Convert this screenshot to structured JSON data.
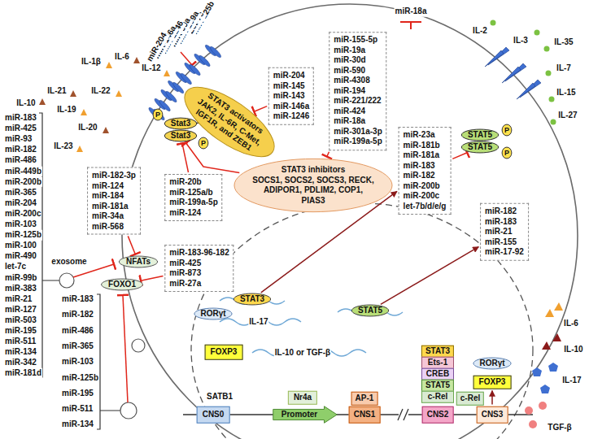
{
  "diagram": {
    "nodes": [
      {
        "text": [
          "miR-204",
          "miR-145",
          "miR-143",
          "miR-146a",
          "miR-1246"
        ]
      },
      {
        "text": [
          "STAT3 activators",
          "JAK2, IL-6R, C-Met, IGF1R, and ZEB1"
        ]
      },
      {
        "text": [
          "Stat3"
        ]
      },
      {
        "text": [
          "Stat3"
        ]
      },
      {
        "text": [
          "P"
        ]
      },
      {
        "text": [
          "P"
        ]
      },
      {
        "text": [
          "miR-20b",
          "miR-125a/b",
          "miR-199a-5p",
          "miR-124"
        ]
      },
      {
        "text": [
          "miR-155-5p",
          "miR-19a",
          "miR-30d",
          "miR-590",
          "miR-4308",
          "miR-194",
          "miR-221/222",
          "miR-424",
          "miR-18a",
          "miR-301a-3p",
          "miR-199a-5p"
        ]
      },
      {
        "text": [
          "STAT3 inhibitors",
          "SOCS1, SOCS2, SOCS3, RECK, ADIPOR1, PDLIM2, COP1, PIAS3"
        ]
      },
      {
        "text": [
          "STAT5"
        ]
      },
      {
        "text": [
          "STAT5"
        ]
      },
      {
        "text": [
          "P"
        ]
      },
      {
        "text": [
          "P"
        ]
      },
      {
        "text": [
          "miR-23a",
          "miR-181b",
          "miR-181a",
          "miR-183",
          "miR-182",
          "miR-200b",
          "miR-200c",
          "let-7b/d/e/g"
        ]
      },
      {
        "text": [
          "miR-182-3p",
          "miR-124",
          "miR-184",
          "miR-181a",
          "miR-34a",
          "miR-568"
        ]
      },
      {
        "text": [
          "NFATs"
        ]
      },
      {
        "text": [
          "FOXO1"
        ]
      },
      {
        "text": [
          "miR-183-96-182",
          "miR-425",
          "miR-873",
          "miR-27a"
        ]
      },
      {
        "text": [
          "miR-182",
          "miR-183",
          "miR-21",
          "miR-155",
          "miR-17-92"
        ]
      },
      {
        "text": [
          "STAT3"
        ]
      },
      {
        "text": [
          "RORγt"
        ]
      },
      {
        "text": [
          "STAT5"
        ]
      },
      {
        "text": [
          "FOXP3"
        ]
      },
      {
        "text": [
          "RORγt"
        ]
      },
      {
        "text": [
          "FOXP3"
        ]
      },
      {
        "text": [
          "CNS0"
        ]
      },
      {
        "text": [
          "Nr4a"
        ]
      },
      {
        "text": [
          "Promoter"
        ]
      },
      {
        "text": [
          "AP-1"
        ]
      },
      {
        "text": [
          "CNS1"
        ]
      },
      {
        "text": [
          "STAT3"
        ]
      },
      {
        "text": [
          "Ets-1"
        ]
      },
      {
        "text": [
          "CREB"
        ]
      },
      {
        "text": [
          "STAT5"
        ]
      },
      {
        "text": [
          "c-Rel"
        ]
      },
      {
        "text": [
          "CNS2"
        ]
      },
      {
        "text": [
          "c-Rel"
        ]
      },
      {
        "text": [
          "CNS3"
        ]
      }
    ],
    "edges": [
      {
        "from": 0,
        "to": 1,
        "arrow": "to"
      },
      {
        "from": 6,
        "to": 3,
        "arrow": "to"
      },
      {
        "from": 7,
        "to": 8,
        "arrow": "to"
      },
      {
        "from": 14,
        "to": 15,
        "arrow": "to"
      },
      {
        "from": 17,
        "to": 16,
        "arrow": "to"
      },
      {
        "from": 1,
        "to": 2,
        "arrow": "none"
      },
      {
        "from": 8,
        "to": 3,
        "arrow": "to"
      },
      {
        "from": 19,
        "to": 13,
        "arrow": "to"
      },
      {
        "from": 21,
        "to": 18,
        "arrow": "to"
      },
      {
        "from": 13,
        "to": 10,
        "arrow": "to"
      },
      {
        "from": 37,
        "to": 24,
        "arrow": "to"
      }
    ],
    "labels": [
      "IL-1β",
      "IL-6",
      "IL-12",
      "IL-21",
      "IL-22",
      "IL-10",
      "IL-19",
      "IL-20",
      "IL-23",
      "miR-125b",
      "Let-7c",
      "miR-199a",
      "miR-99a",
      "miR-1246",
      "miR-146a",
      "miR-204",
      "miR-18a",
      "IL-2",
      "IL-3",
      "IL-35",
      "IL-7",
      "IL-15",
      "IL-27",
      "exosome",
      "miR-183",
      "miR-425",
      "miR-93",
      "miR-182",
      "miR-486",
      "miR-449b",
      "miR-200b",
      "miR-365",
      "miR-204",
      "miR-200c",
      "miR-103",
      "miR-125b",
      "miR-100",
      "miR-490",
      "let-7c",
      "miR-99b",
      "miR-383",
      "miR-21",
      "miR-127",
      "miR-503",
      "miR-195",
      "miR-511",
      "miR-134",
      "miR-342",
      "miR-181d",
      "miR-183",
      "miR-182",
      "miR-486",
      "miR-365",
      "miR-103",
      "miR-125b",
      "miR-195",
      "miR-511",
      "miR-134",
      "IL-17",
      "IL-10 or TGF-β",
      "SATB1",
      "IL-6",
      "IL-10",
      "IL-17",
      "TGF-β"
    ]
  }
}
